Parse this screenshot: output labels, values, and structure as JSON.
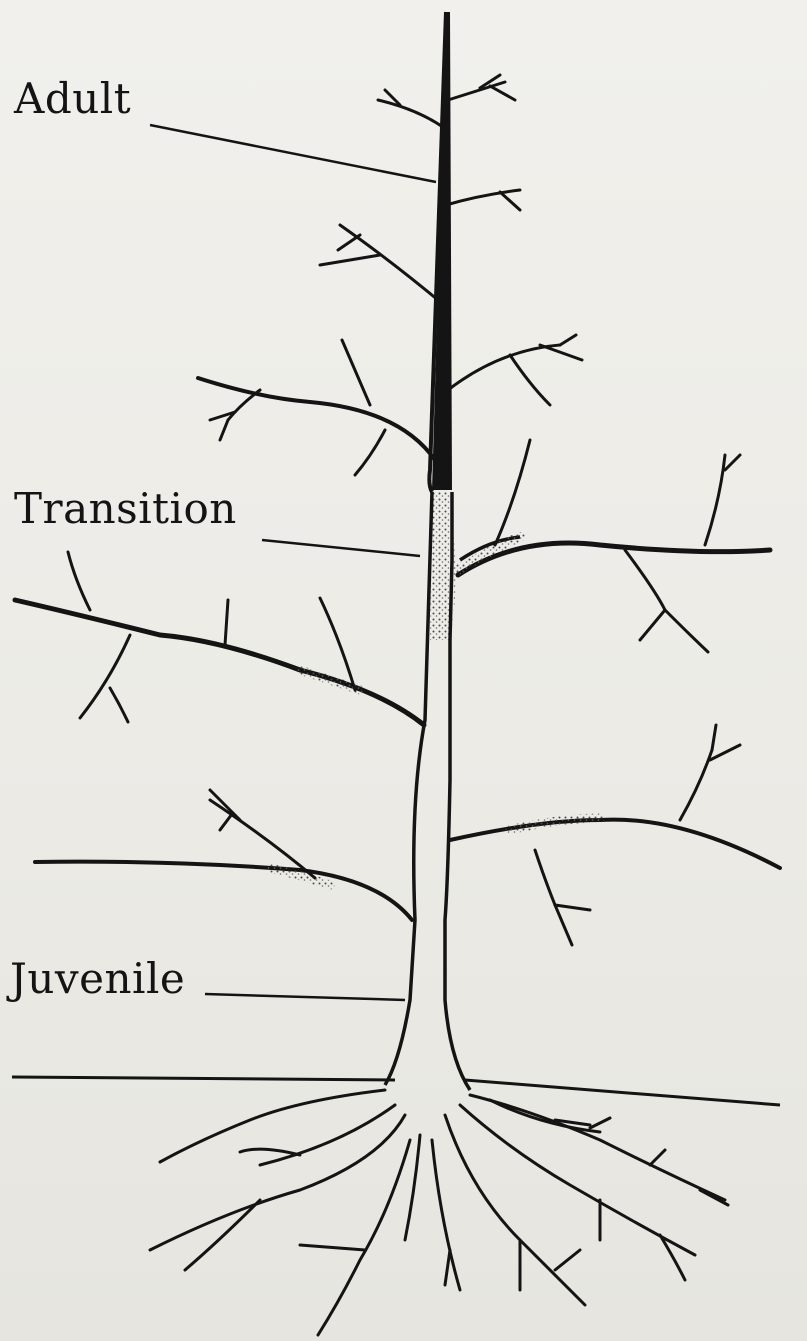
{
  "labels": {
    "adult": "Adult",
    "transition": "Transition",
    "juvenile": "Juvenile"
  },
  "colors": {
    "ink": "#141414",
    "paper": "#eeede8",
    "stipple": "#5a5a5a"
  }
}
